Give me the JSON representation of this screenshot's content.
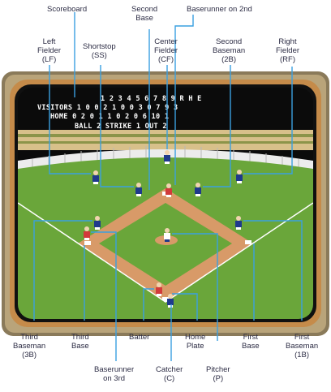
{
  "labels": {
    "scoreboard": "Scoreboard",
    "second_base": [
      "Second",
      "Base"
    ],
    "baserunner_2nd": "Baserunner on 2nd",
    "left_fielder": [
      "Left",
      "Fielder",
      "(LF)"
    ],
    "shortstop": [
      "Shortstop",
      "(SS)"
    ],
    "center_fielder": [
      "Center",
      "Fielder",
      "(CF)"
    ],
    "second_baseman": [
      "Second",
      "Baseman",
      "(2B)"
    ],
    "right_fielder": [
      "Right",
      "Fielder",
      "(RF)"
    ],
    "third_baseman": [
      "Third",
      "Baseman",
      "(3B)"
    ],
    "third_base": [
      "Third",
      "Base"
    ],
    "baserunner_3rd": [
      "Baserunner",
      "on 3rd"
    ],
    "batter": "Batter",
    "catcher": [
      "Catcher",
      "(C)"
    ],
    "home_plate": [
      "Home",
      "Plate"
    ],
    "pitcher": [
      "Pitcher",
      "(P)"
    ],
    "first_base": [
      "First",
      "Base"
    ],
    "first_baseman": [
      "First",
      "Baseman",
      "(1B)"
    ]
  },
  "scoreboard": {
    "header": "1 2 3 4 5 6 7 8 9   R H E",
    "visitors": "VISITORS 1 0 0 2 1 0 0 3 0   7 9 3",
    "home": "HOME     0 2 0 1 1 0 2 0     6 10 1",
    "count": "BALL 2    STRIKE 1    OUT 2"
  },
  "colors": {
    "tv_frame": "#9a8a6a",
    "screen_border": "#c58b4a",
    "grass": "#6aa63a",
    "infield_dirt": "#d89a68",
    "outfield_wall": "#e8e8e8",
    "callout_line": "#3aa0e0",
    "visitor_player": "#1f3a8c",
    "home_player": "#d13b3b"
  }
}
